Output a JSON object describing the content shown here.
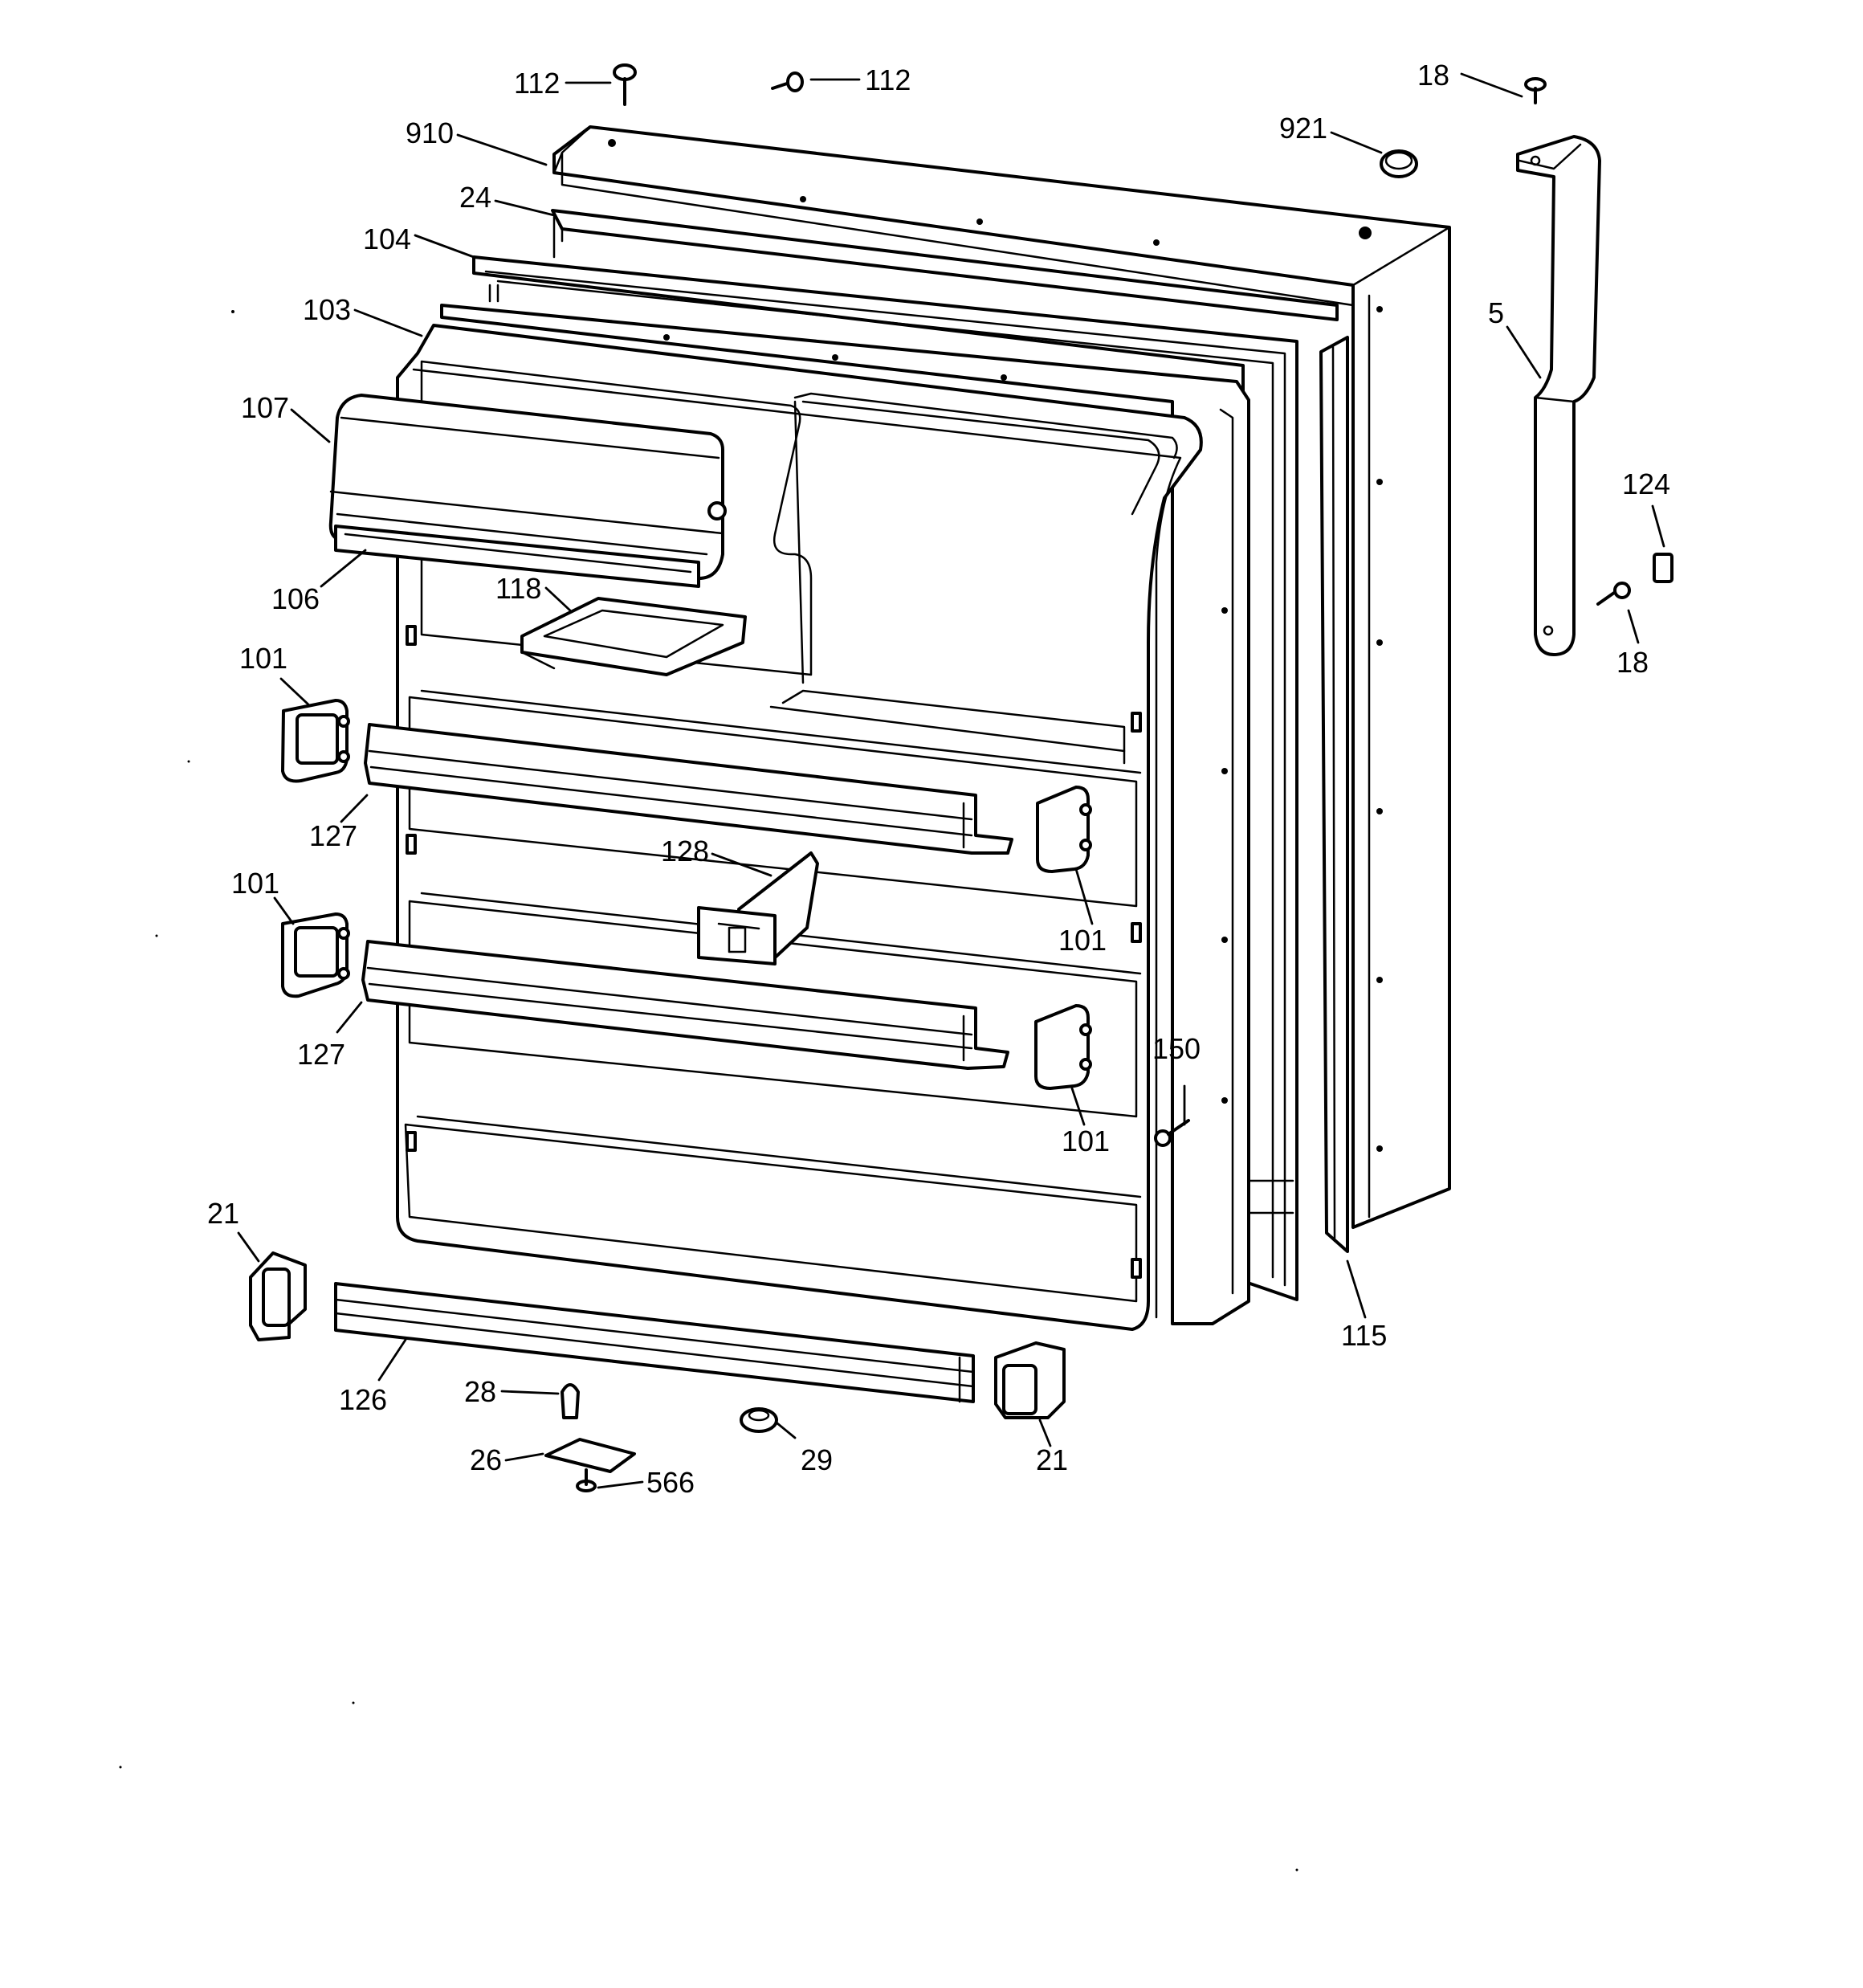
{
  "callouts": [
    {
      "id": "c1",
      "text": "112"
    },
    {
      "id": "c2",
      "text": "112"
    },
    {
      "id": "c3",
      "text": "18"
    },
    {
      "id": "c4",
      "text": "910"
    },
    {
      "id": "c5",
      "text": "921"
    },
    {
      "id": "c6",
      "text": "24"
    },
    {
      "id": "c7",
      "text": "104"
    },
    {
      "id": "c8",
      "text": "103"
    },
    {
      "id": "c9",
      "text": "5"
    },
    {
      "id": "c10",
      "text": "107"
    },
    {
      "id": "c11",
      "text": "124"
    },
    {
      "id": "c12",
      "text": "106"
    },
    {
      "id": "c13",
      "text": "118"
    },
    {
      "id": "c14",
      "text": "18"
    },
    {
      "id": "c15",
      "text": "101"
    },
    {
      "id": "c16",
      "text": "127"
    },
    {
      "id": "c17",
      "text": "128"
    },
    {
      "id": "c18",
      "text": "101"
    },
    {
      "id": "c19",
      "text": "101"
    },
    {
      "id": "c20",
      "text": "127"
    },
    {
      "id": "c21",
      "text": "150"
    },
    {
      "id": "c22",
      "text": "101"
    },
    {
      "id": "c23",
      "text": "21"
    },
    {
      "id": "c24",
      "text": "115"
    },
    {
      "id": "c25",
      "text": "28"
    },
    {
      "id": "c26",
      "text": "126"
    },
    {
      "id": "c27",
      "text": "29"
    },
    {
      "id": "c28",
      "text": "21"
    },
    {
      "id": "c29",
      "text": "26"
    },
    {
      "id": "c30",
      "text": "566"
    }
  ]
}
